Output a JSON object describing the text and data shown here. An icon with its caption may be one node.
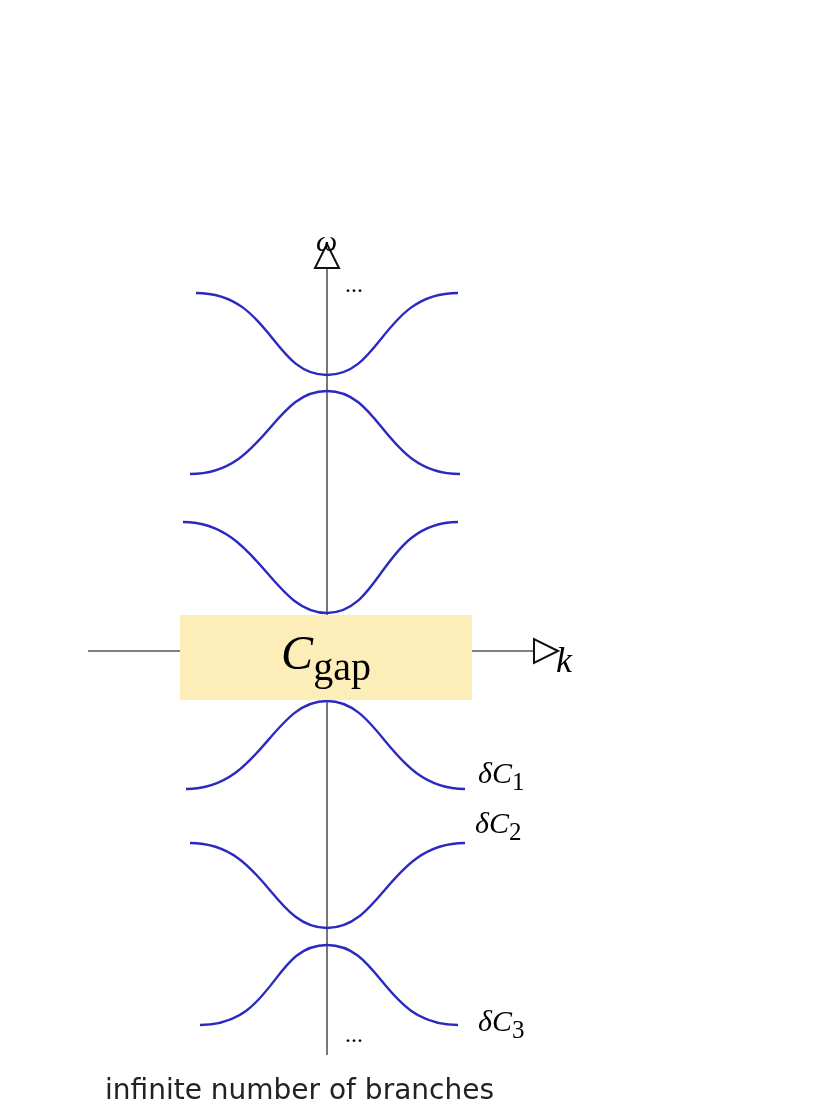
{
  "diagram": {
    "caption": "infinite number of branches",
    "nodes": [
      {
        "text": [
          "*C*$_{gap}$"
        ]
      }
    ],
    "labels": [
      "*ω*",
      "...",
      "*k*",
      "*δC*$_{1}$",
      "*δC*$_{2}$",
      "*δC*$_{3}$",
      "..."
    ]
  }
}
